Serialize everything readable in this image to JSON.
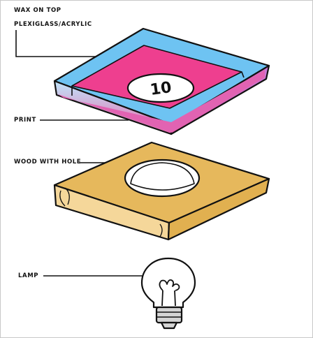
{
  "labels": {
    "wax": "WAX ON TOP",
    "plexi": "PLEXIGLASS/ACRYLIC",
    "print": "PRINT",
    "wood": "WOOD WITH HOLE",
    "lamp": "LAMP"
  },
  "print_number": "10",
  "colors": {
    "plexi_top": "#6ec3f2",
    "plexi_side": "#9ad9f7",
    "print_pink": "#ee3f8f",
    "print_lower": "#e163b2",
    "wood": "#e6b85c",
    "wood_side": "#f5d79a",
    "outline": "#111111"
  }
}
